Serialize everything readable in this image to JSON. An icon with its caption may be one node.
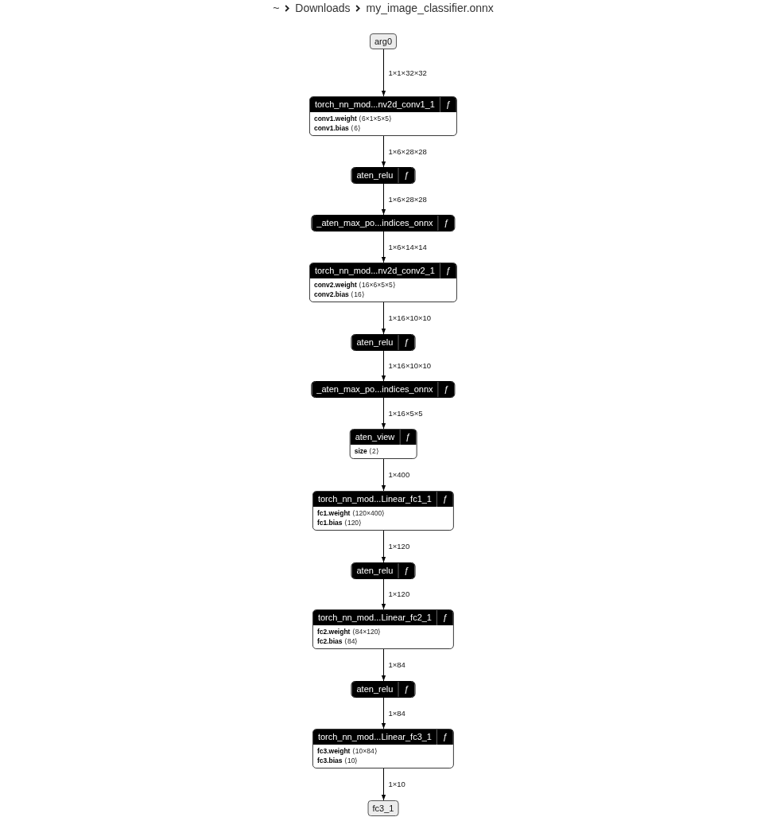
{
  "diagram": {
    "nodes": [
      {
        "text": [
          "arg0"
        ]
      },
      {
        "text": [
          "torch_nn_mod...nv2d_conv1_1",
          "ƒ",
          "**conv1.weight** ⟨6×1×5×5⟩",
          "**conv1.bias** ⟨6⟩"
        ]
      },
      {
        "text": [
          "aten_relu",
          "ƒ"
        ]
      },
      {
        "text": [
          "_aten_max_po...indices_onnx",
          "ƒ"
        ]
      },
      {
        "text": [
          "torch_nn_mod...nv2d_conv2_1",
          "ƒ",
          "**conv2.weight** ⟨16×6×5×5⟩",
          "**conv2.bias** ⟨16⟩"
        ]
      },
      {
        "text": [
          "aten_relu",
          "ƒ"
        ]
      },
      {
        "text": [
          "_aten_max_po...indices_onnx",
          "ƒ"
        ]
      },
      {
        "text": [
          "aten_view",
          "ƒ",
          "**size** ⟨2⟩"
        ]
      },
      {
        "text": [
          "torch_nn_mod...Linear_fc1_1",
          "ƒ",
          "**fc1.weight** ⟨120×400⟩",
          "**fc1.bias** ⟨120⟩"
        ]
      },
      {
        "text": [
          "aten_relu",
          "ƒ"
        ]
      },
      {
        "text": [
          "torch_nn_mod...Linear_fc2_1",
          "ƒ",
          "**fc2.weight** ⟨84×120⟩",
          "**fc2.bias** ⟨84⟩"
        ]
      },
      {
        "text": [
          "aten_relu",
          "ƒ"
        ]
      },
      {
        "text": [
          "torch_nn_mod...Linear_fc3_1",
          "ƒ",
          "**fc3.weight** ⟨10×84⟩",
          "**fc3.bias** ⟨10⟩"
        ]
      },
      {
        "text": [
          "fc3_1"
        ]
      }
    ],
    "edges": [
      {
        "from": 0,
        "to": 1,
        "arrow": "to",
        "label": "1×1×32×32"
      },
      {
        "from": 1,
        "to": 2,
        "arrow": "to",
        "label": "1×6×28×28"
      },
      {
        "from": 2,
        "to": 3,
        "arrow": "to",
        "label": "1×6×28×28"
      },
      {
        "from": 3,
        "to": 4,
        "arrow": "to",
        "label": "1×6×14×14"
      },
      {
        "from": 4,
        "to": 5,
        "arrow": "to",
        "label": "1×16×10×10"
      },
      {
        "from": 5,
        "to": 6,
        "arrow": "to",
        "label": "1×16×10×10"
      },
      {
        "from": 6,
        "to": 7,
        "arrow": "to",
        "label": "1×16×5×5"
      },
      {
        "from": 7,
        "to": 8,
        "arrow": "to",
        "label": "1×400"
      },
      {
        "from": 8,
        "to": 9,
        "arrow": "to",
        "label": "1×120"
      },
      {
        "from": 9,
        "to": 10,
        "arrow": "to",
        "label": "1×120"
      },
      {
        "from": 10,
        "to": 11,
        "arrow": "to",
        "label": "1×84"
      },
      {
        "from": 11,
        "to": 12,
        "arrow": "to",
        "label": "1×84"
      },
      {
        "from": 12,
        "to": 13,
        "arrow": "to",
        "label": "1×10"
      }
    ],
    "labels": [
      "~",
      "Downloads",
      "my_image_classifier.onnx"
    ]
  }
}
